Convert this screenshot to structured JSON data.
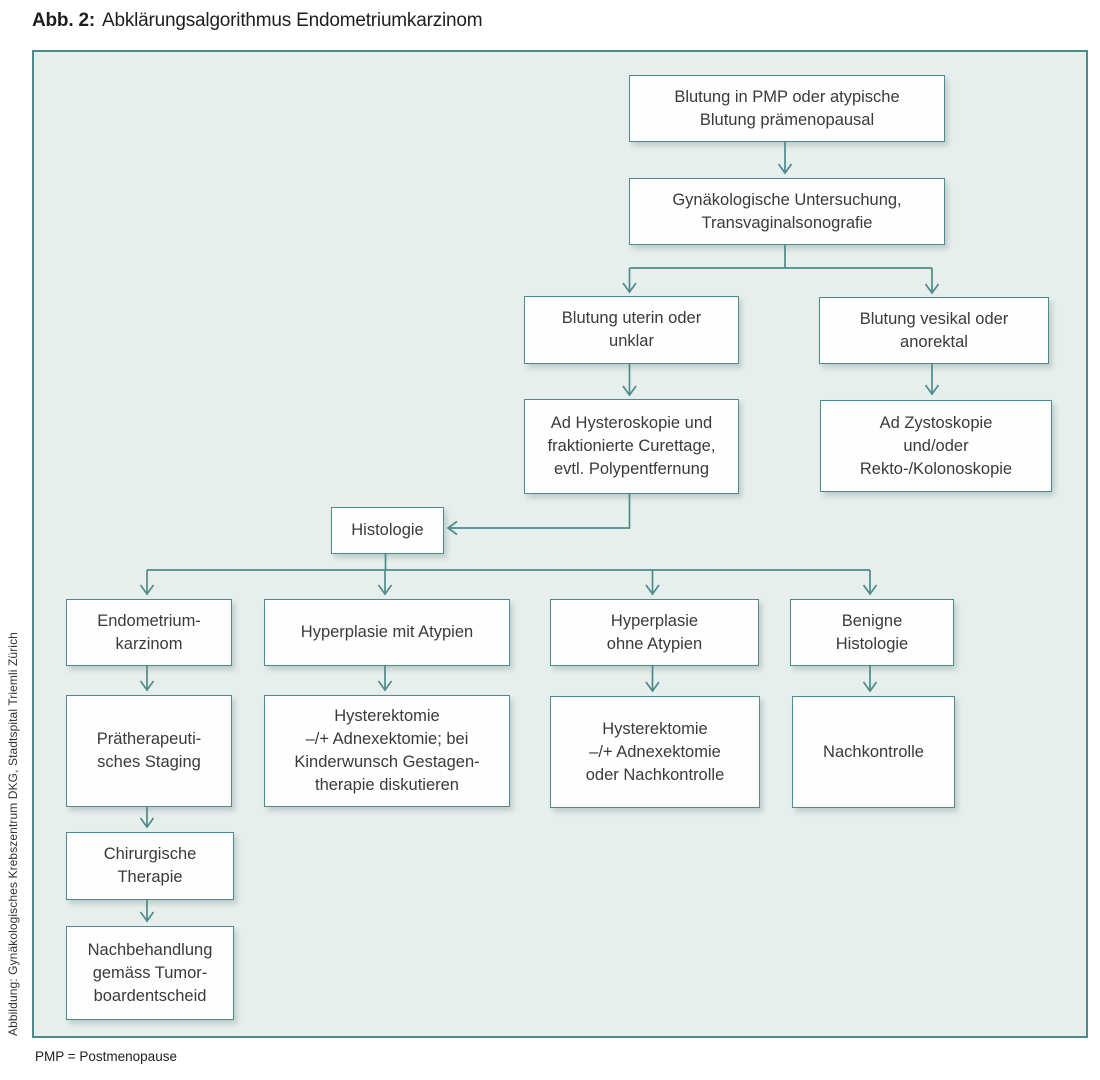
{
  "caption": {
    "prefix": "Abb. 2:",
    "text": "Abklärungsalgorithmus Endometriumkarzinom"
  },
  "credit": "Abbildung: Gynäkologisches Krebszentrum DKG, Stadtspital Triemli Zürich",
  "footnote": "PMP = Postmenopause",
  "colors": {
    "accent_teal": "#4d8c8b",
    "canvas_background": "#e7efed",
    "node_background": "#fefefe",
    "text": "#3a3a3a"
  },
  "diagram": {
    "type": "flowchart",
    "nodes": {
      "bleeding": "Blutung in PMP oder atypische\nBlutung prämenopausal",
      "exam": "Gynäkologische Untersuchung,\nTransvaginalsonografie",
      "uterine": "Blutung uterin oder\nunklar",
      "vesical": "Blutung vesikal oder\nanorektal",
      "hysteroscopy": "Ad Hysteroskopie und\nfraktionierte Curettage,\nevtl. Polypentfernung",
      "cystoscopy": "Ad Zystoskopie\nund/oder\nRekto-/Kolonoskopie",
      "histology": "Histologie",
      "carcinoma": "Endometrium-\nkarzinom",
      "hyperplasia_atypia": "Hyperplasie mit Atypien",
      "hyperplasia_no_atypia": "Hyperplasie\nohne Atypien",
      "benign": "Benigne\nHistologie",
      "staging": "Prätherapeuti-\nsches Staging",
      "hysterectomy_atypia": "Hysterektomie\n–/+ Adnexektomie; bei\nKinderwunsch Gestagen-\ntherapie diskutieren",
      "hysterectomy_no_atypia": "Hysterektomie\n–/+ Adnexektomie\noder Nachkontrolle",
      "followup": "Nachkontrolle",
      "surgery": "Chirurgische\nTherapie",
      "aftercare": "Nachbehandlung\ngemäss Tumor-\nboardentscheid"
    },
    "edges": [
      {
        "from": "bleeding",
        "to": "exam"
      },
      {
        "from": "exam",
        "to": "uterine"
      },
      {
        "from": "exam",
        "to": "vesical"
      },
      {
        "from": "uterine",
        "to": "hysteroscopy"
      },
      {
        "from": "vesical",
        "to": "cystoscopy"
      },
      {
        "from": "hysteroscopy",
        "to": "histology"
      },
      {
        "from": "histology",
        "to": "carcinoma"
      },
      {
        "from": "histology",
        "to": "hyperplasia_atypia"
      },
      {
        "from": "histology",
        "to": "hyperplasia_no_atypia"
      },
      {
        "from": "histology",
        "to": "benign"
      },
      {
        "from": "carcinoma",
        "to": "staging"
      },
      {
        "from": "hyperplasia_atypia",
        "to": "hysterectomy_atypia"
      },
      {
        "from": "hyperplasia_no_atypia",
        "to": "hysterectomy_no_atypia"
      },
      {
        "from": "benign",
        "to": "followup"
      },
      {
        "from": "staging",
        "to": "surgery"
      },
      {
        "from": "surgery",
        "to": "aftercare"
      }
    ]
  }
}
